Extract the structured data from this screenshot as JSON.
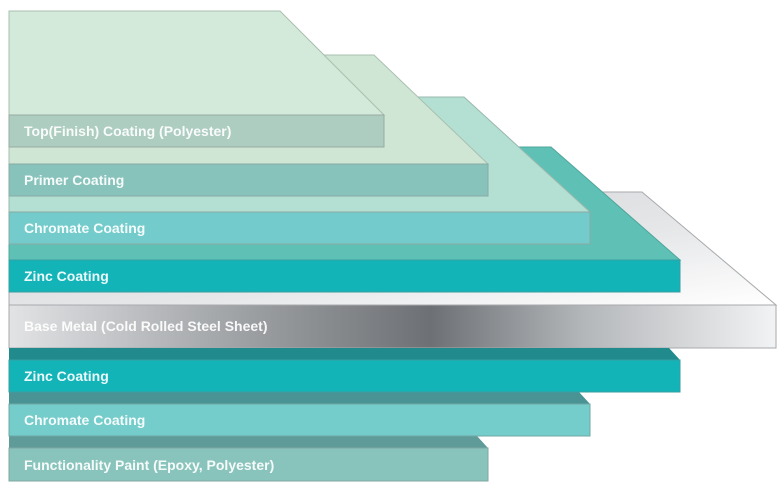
{
  "diagram": {
    "title": "Pre-painted steel sheet coating layers",
    "upper_layers": [
      {
        "label": "Top(Finish) Coating (Polyester)",
        "face_color": "#d3eadb",
        "front_color": "#accdc0"
      },
      {
        "label": "Primer Coating",
        "face_color": "#cfe6d4",
        "front_color": "#87c3bb"
      },
      {
        "label": "Chromate Coating",
        "face_color": "#b4dfd3",
        "front_color": "#73cccb"
      },
      {
        "label": "Zinc Coating",
        "face_color": "#5fc1b6",
        "front_color": "#13b4b8"
      }
    ],
    "base_layer": {
      "label": "Base Metal (Cold Rolled Steel Sheet)",
      "color_light": "#f2f3f4",
      "color_dark": "#6c6f73"
    },
    "lower_layers": [
      {
        "label": "Zinc Coating",
        "back_color": "#208a8c",
        "front_color": "#13b4b8"
      },
      {
        "label": "Chromate Coating",
        "back_color": "#4a9394",
        "front_color": "#74cccb"
      },
      {
        "label": "Functionality Paint (Epoxy, Polyester)",
        "back_color": "#5f9c99",
        "front_color": "#89c4bc"
      }
    ]
  }
}
